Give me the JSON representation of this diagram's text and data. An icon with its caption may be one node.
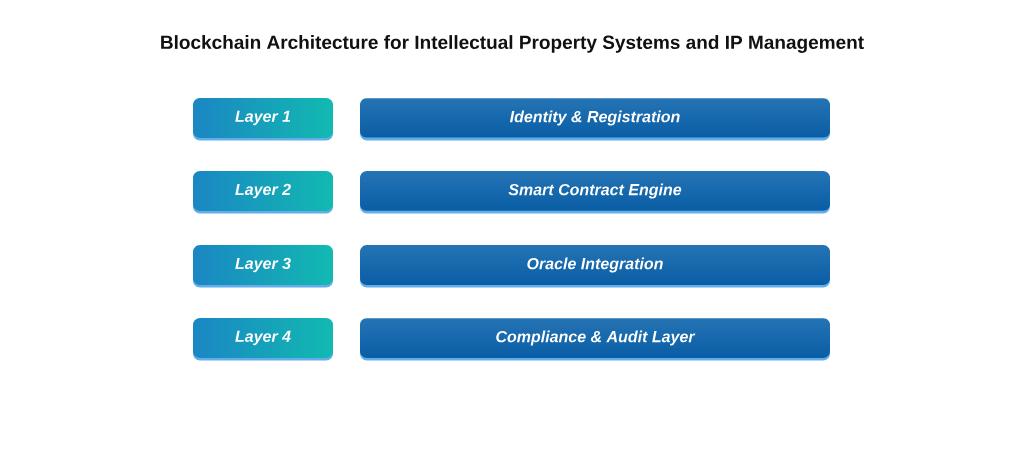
{
  "diagram": {
    "title": "Blockchain Architecture for Intellectual Property Systems and IP Management",
    "nodes": [
      {
        "text": [
          "Layer 1"
        ]
      },
      {
        "text": [
          "Identity & Registration"
        ]
      },
      {
        "text": [
          "Layer 2"
        ]
      },
      {
        "text": [
          "Smart Contract Engine"
        ]
      },
      {
        "text": [
          "Layer 3"
        ]
      },
      {
        "text": [
          "Oracle Integration"
        ]
      },
      {
        "text": [
          "Layer 4"
        ]
      },
      {
        "text": [
          "Compliance & Audit Layer"
        ]
      }
    ]
  }
}
